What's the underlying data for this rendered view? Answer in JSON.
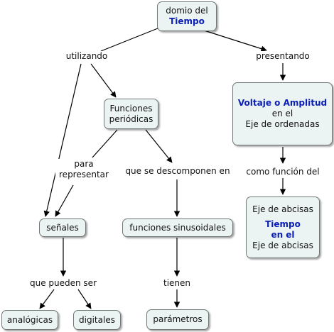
{
  "concepts": {
    "dominio": {
      "line1": "domio del",
      "line2": "Tiempo"
    },
    "funciones_periodicas": {
      "line1": "Funciones",
      "line2": "periódicas"
    },
    "voltaje": {
      "line1": "Voltaje o Amplitud",
      "line2": "en el",
      "line3": "Eje de ordenadas"
    },
    "eje_abcisas": {
      "line1": "Eje de abcisas",
      "line2": "Tiempo",
      "line3": "en el",
      "line4": "Eje de abcisas"
    },
    "senales": "señales",
    "funciones_sinusoidales": "funciones sinusoidales",
    "analogicas": "analógicas",
    "digitales": "digitales",
    "parametros": "parámetros"
  },
  "linking_phrases": {
    "utilizando": "utilizando",
    "presentando": "presentando",
    "para_representar": {
      "line1": "para",
      "line2": "representar"
    },
    "que_se_descomponen": "que se descomponen en",
    "como_funcion_del": "como función del",
    "que_pueden_ser": "que pueden ser",
    "tienen": "tienen"
  },
  "colors": {
    "node_fill": "#ecf3f3",
    "node_border": "#707878",
    "highlight_text": "#0a1fb5",
    "connector": "#000000"
  }
}
